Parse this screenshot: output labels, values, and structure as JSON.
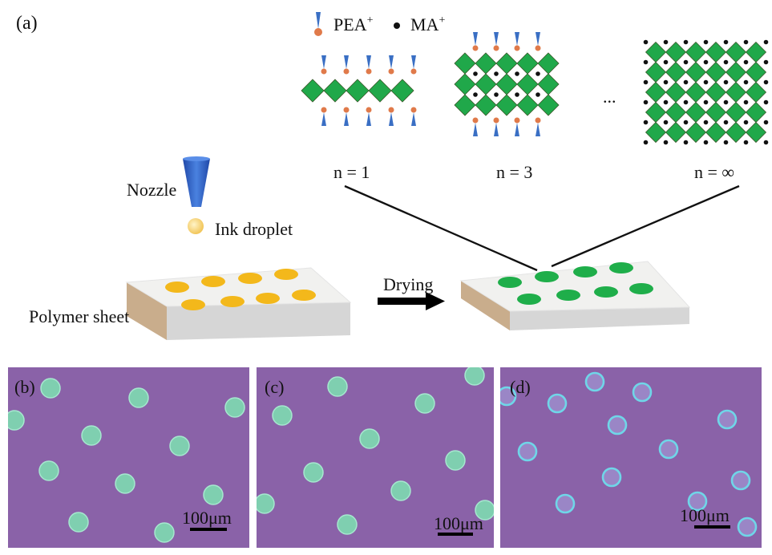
{
  "panel_a": {
    "label": "(a)",
    "legend": {
      "pea": "PEA",
      "ma": "MA",
      "charge": "+"
    },
    "structures": [
      {
        "name": "n = 1",
        "label": "n = 1"
      },
      {
        "name": "n = 3",
        "label": "n = 3"
      },
      {
        "name": "n = ∞",
        "label": "n = ∞"
      }
    ],
    "ellipsis": "...",
    "nozzle_label": "Nozzle",
    "droplet_label": "Ink droplet",
    "sheet_label": "Polymer sheet",
    "drying_label": "Drying"
  },
  "micrographs": [
    {
      "label": "(b)",
      "scale_bar": "100μm"
    },
    {
      "label": "(c)",
      "scale_bar": "100μm"
    },
    {
      "label": "(d)",
      "scale_bar": "100μm"
    }
  ],
  "colors": {
    "octahedron": "#20a84a",
    "pea_tail": "#3a6fc4",
    "pea_head": "#e07a4a",
    "droplet_yellow": "#f3b81b",
    "droplet_green": "#1fae4a",
    "nozzle": "#2f63c8",
    "ink": "#f7d77d",
    "micro_bg": "#8a62a8",
    "dot_fill": "#7fcfb0"
  }
}
